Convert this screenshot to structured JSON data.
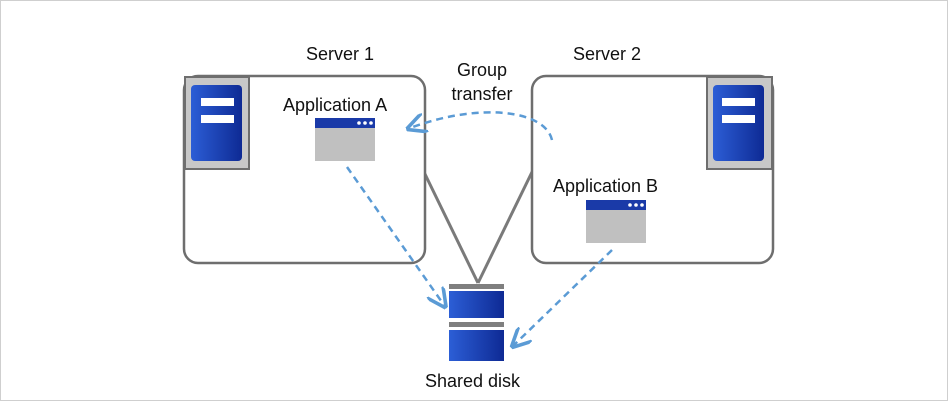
{
  "diagram": {
    "server1": {
      "label": "Server 1",
      "app_label": "Application A"
    },
    "server2": {
      "label": "Server 2",
      "app_label": "Application B"
    },
    "transfer": {
      "line1": "Group",
      "line2": "transfer"
    },
    "disk": {
      "label": "Shared disk"
    }
  },
  "colors": {
    "server_box_border": "#6e6e6e",
    "server_icon_bg": "#c8c8c8",
    "server_blue": "#1a3aa8",
    "app_window_body": "#c0c0c0",
    "app_window_titlebar": "#1a3aa8",
    "dashed_arrow": "#5b9bd5",
    "connector_line": "#7a7a7a",
    "disk_gray": "#7f7f7f"
  }
}
